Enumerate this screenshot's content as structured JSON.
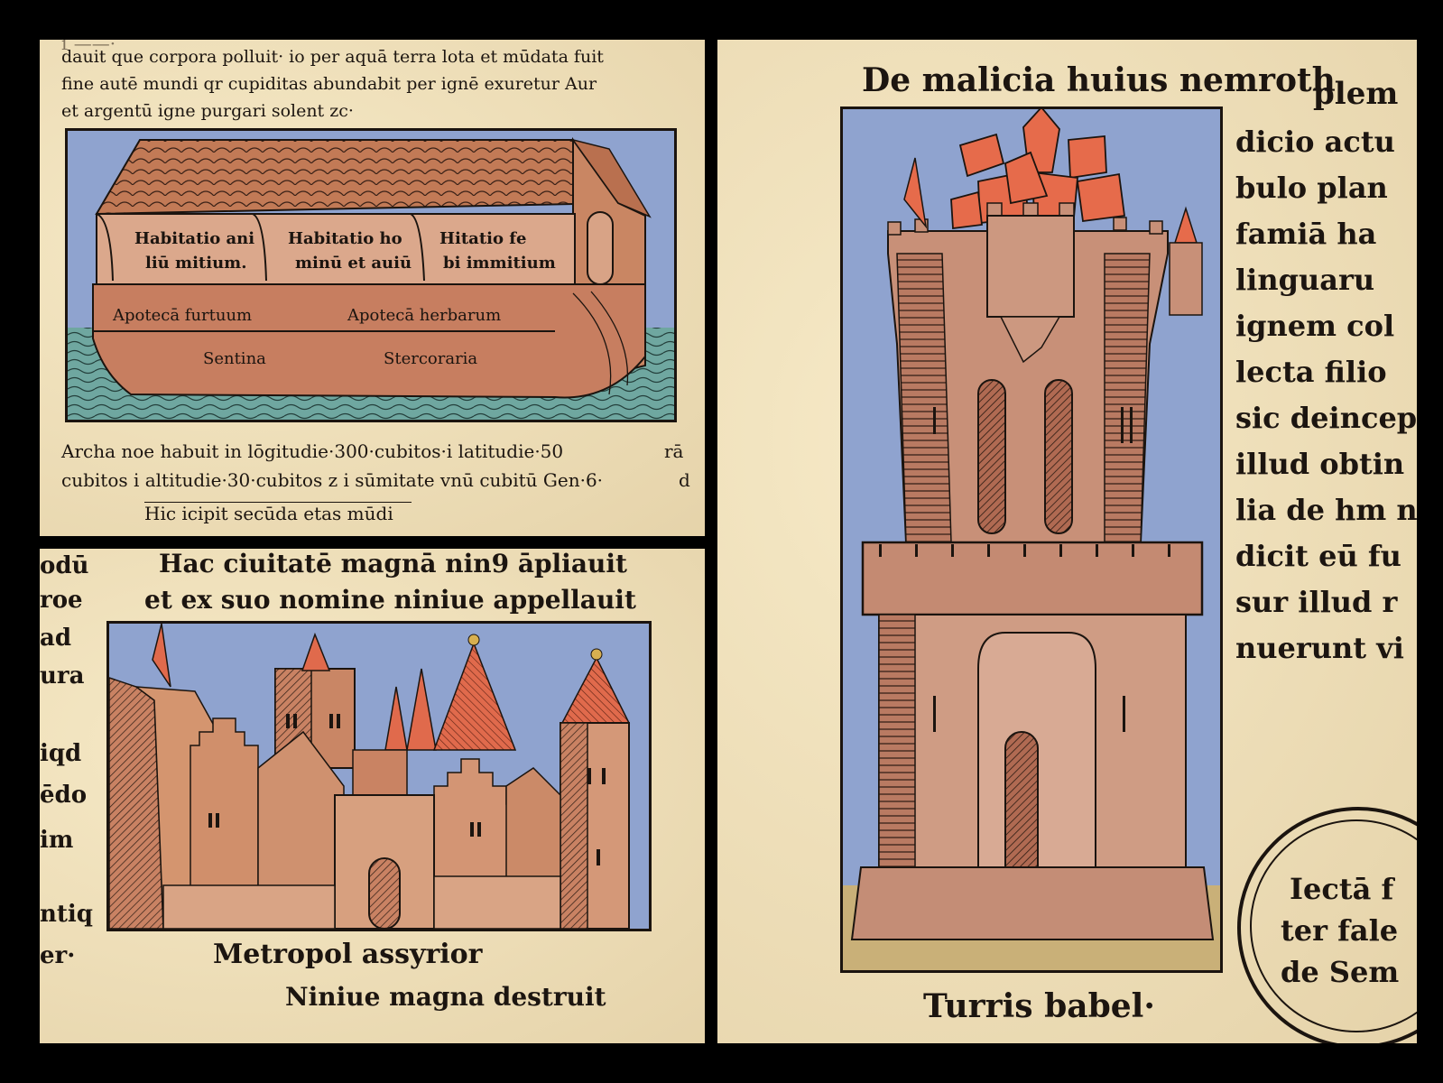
{
  "ark_panel": {
    "text_lines": [
      "dauit que corpora polluit· io per aquā terra lota et mūdata fuit",
      "fine autē mundi qr cupiditas abundabit per ignē exuretur Aur",
      "et argentū igne purgari solent zc·"
    ],
    "ark_labels": {
      "room1": [
        "Habitatio ani",
        "liū mitium."
      ],
      "room2": [
        "Habitatio ho",
        "minū et auiū"
      ],
      "room3": [
        "Hitatio fe",
        "bi immitium"
      ],
      "hull1": "Apotecā furtuum",
      "hull2": "Apotecā herbarum",
      "bottom1": "Sentina",
      "bottom2": "Stercoraria"
    },
    "caption_lines": [
      "Archa noe habuit in lōgitudie·300·cubitos·i latitudie·50",
      "cubitos i altitudie·30·cubitos z i sūmitate vnū cubitū Gen·6·"
    ],
    "margin_right": "rā",
    "margin_right2": "d",
    "section_heading": "Hic icipit secūda etas mūdi"
  },
  "nineveh_panel": {
    "title_lines": [
      "Hac ciuitatē magnā nin9 āpliauit",
      "et ex suo nomine niniue appellauit"
    ],
    "left_margin": [
      "odū",
      "roe",
      "ad",
      "ura",
      "iqd",
      "ēdo",
      "im",
      "ntiq",
      "er·"
    ],
    "caption": "Metropol assyrior",
    "caption2": "Niniue magna destruit"
  },
  "babel_panel": {
    "title": "De malicia huius nemroth",
    "title_cont": "plem",
    "right_text": [
      "dicio actu",
      "bulo plan",
      "famiā ha",
      "linguaru",
      "ignem col",
      "lecta filio",
      "sic deincep",
      "illud obtin",
      "lia de hm n",
      "dicit eū fu",
      "sur illud r",
      "nuerunt vi"
    ],
    "caption": "Turris babel·",
    "roundel": [
      "Iectā f",
      "ter fale",
      "de Sem"
    ]
  },
  "colors": {
    "paper": "#ecdcb4",
    "sky": "#8fa3cf",
    "water": "#6fa7a0",
    "roof_red": "#e06a4c",
    "building": "#c99070",
    "ink": "#1b140f"
  }
}
